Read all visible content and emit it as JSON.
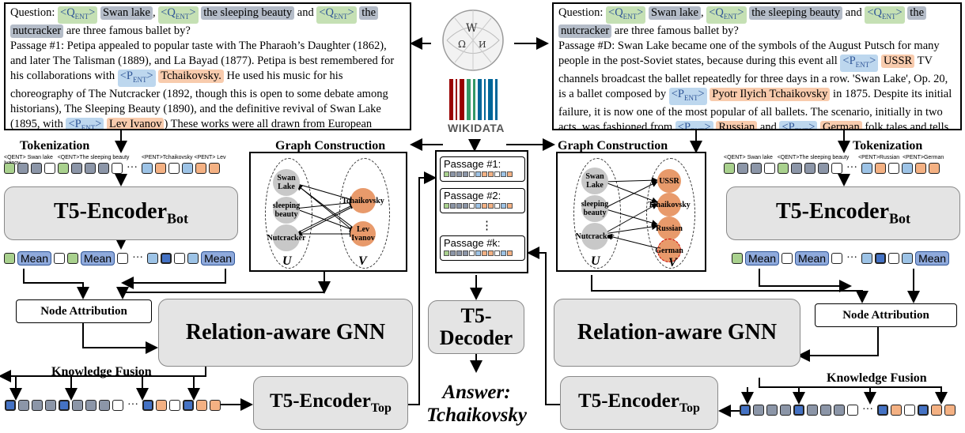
{
  "left_box": {
    "q_prefix": "Question: ",
    "q_ent": "<Q",
    "q_ent_sub": "ENT",
    "q_ent_end": ">",
    "q_e1": "Swan lake",
    "q_e2": "the sleeping beauty",
    "q_and": " and ",
    "q_e3a": "the",
    "q_e3b": "nutcracker",
    "q_tail": " are three famous ballet by?",
    "p1": "Passage #1: Petipa appealed to popular taste with The Pharaoh’s Daughter (1862), and later The Talisman (1889), and La Bayad (1877). Petipa is best remembered for his collaborations with ",
    "p_ent": "<P",
    "p_ent_sub": "ENT",
    "p_e1": "Tchaikovsky.",
    "p2": " He used his music for his choreography of The Nutcracker (1892, though this is open to some debate among historians), The Sleeping Beauty (1890), and the definitive revival of Swan Lake (1895, with ",
    "p_e2": "Lev Ivanov",
    "p3": ") These works were all drawn from European folklore."
  },
  "right_box": {
    "pD1": "Passage #D: Swan Lake became one of the symbols of the August Putsch for many people in the post-Soviet states, because during this event all ",
    "pD_e1": "USSR",
    "pD2": " TV channels broadcast the ballet repeatedly for three days in a row. 'Swan Lake', Op. 20, is a ballet composed by ",
    "pD_e2": "Pyotr Ilyich Tchaikovsky",
    "pD3": " in 1875. Despite its initial failure, it is now one of the most popular of all ballets. The scenario, initially in two acts, was fashioned from ",
    "pD_e3": "Russian",
    "pD4": " and ",
    "pD_e4": "German",
    "pD5": " folk tales and tells the story of Odette."
  },
  "labels": {
    "tokenization": "Tokenization",
    "graph_construction": "Graph Construction",
    "node_attribution": "Node Attribution",
    "knowledge_fusion": "Knowledge Fusion",
    "wikidata": "WIKIDATA"
  },
  "token_labels_left": {
    "t1": "<QENT> Swan lake",
    "t2": "<QENT>The sleeping beauty",
    "t3": "<PENT>Tchaikovsky <PENT> Lev Ivanov"
  },
  "token_labels_right": {
    "t1": "<QENT> Swan lake",
    "t2": "<QENT>The sleeping beauty",
    "t3": "<PENT>Russian",
    "t4": "<PENT>German"
  },
  "modules": {
    "encoder_bot": "T5-Encoder",
    "encoder_bot_sub": "Bot",
    "encoder_top": "T5-Encoder",
    "encoder_top_sub": "Top",
    "gnn": "Relation-aware GNN",
    "decoder_l1": "T5-",
    "decoder_l2": "Decoder",
    "mean": "Mean"
  },
  "graph_left": {
    "u_nodes": [
      "Swan Lake",
      "sleeping beauty",
      "Nutcracker"
    ],
    "v_nodes": [
      "Tchaikovsky",
      "Lev Ivanov"
    ],
    "u_label": "U",
    "v_label": "V"
  },
  "graph_right": {
    "u_nodes": [
      "Swan Lake",
      "sleeping beauty",
      "Nutcracker"
    ],
    "v_nodes": [
      "USSR",
      "Tchaikovsky",
      "Russian",
      "German"
    ],
    "u_label": "U",
    "v_label": "V"
  },
  "passages": [
    "Passage #1:",
    "Passage #2:",
    "⋮",
    "Passage #k:"
  ],
  "answer": {
    "line1": "Answer:",
    "line2": "Tchaikovsky"
  },
  "colors": {
    "entity_green": "#c5e0b4",
    "entity_blue": "#bdd7ee",
    "entity_orange": "#f8cbad",
    "node_orange": "#e89a6b"
  }
}
